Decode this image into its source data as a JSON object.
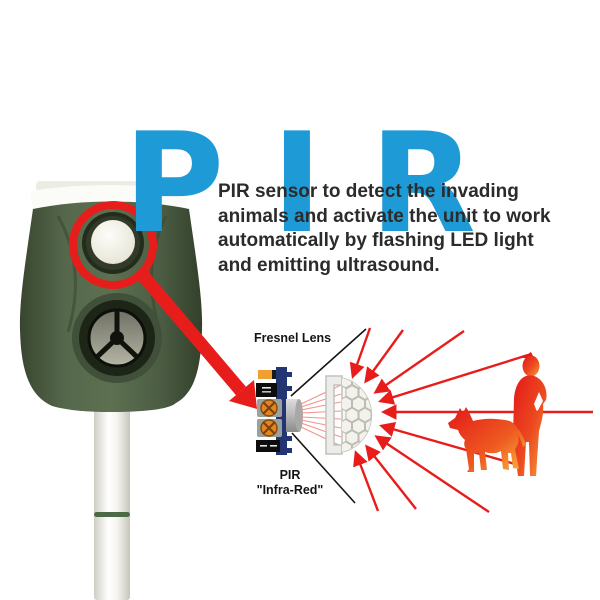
{
  "title": {
    "text": "PIR"
  },
  "description": {
    "lines": [
      "PIR sensor to detect the invading",
      "animals and activate the unit to work",
      "automatically by flashing LED light",
      "and emitting ultrasound."
    ]
  },
  "diagram": {
    "fresnel_label": "Fresnel Lens",
    "pir_label_line1": "PIR",
    "pir_label_line2": "\"Infra-Red\""
  },
  "colors": {
    "title_blue": "#1e9bd7",
    "text_dark": "#2b2b2b",
    "alert_red": "#e71d1c",
    "device_green": "#4c5e45",
    "pcb_navy": "#233572",
    "silhouette_red": "#e2181b",
    "silhouette_orange": "#f6a23c"
  }
}
